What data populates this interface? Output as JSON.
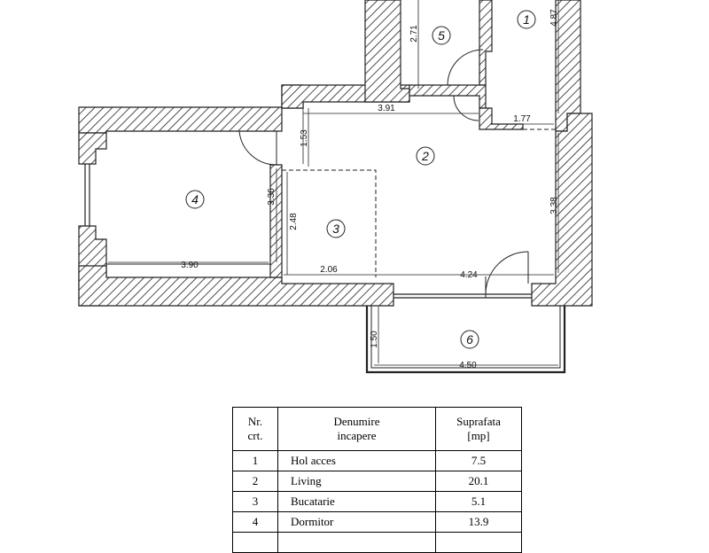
{
  "plan": {
    "dimensions": {
      "d_4_87": "4.87",
      "d_2_71": "2.71",
      "d_3_91": "3.91",
      "d_1_77": "1.77",
      "d_1_53": "1.53",
      "d_3_36": "3.36",
      "d_2_48": "2.48",
      "d_3_38": "3.38",
      "d_3_90": "3.90",
      "d_2_06": "2.06",
      "d_4_24": "4.24",
      "d_1_50": "1.50",
      "d_4_50": "4.50"
    },
    "room_numbers": [
      "1",
      "2",
      "3",
      "4",
      "5",
      "6"
    ]
  },
  "table": {
    "headers": {
      "nr_line1": "Nr.",
      "nr_line2": "crt.",
      "name_line1": "Denumire",
      "name_line2": "incapere",
      "area_line1": "Suprafata",
      "area_line2": "[mp]"
    },
    "rows": [
      {
        "nr": "1",
        "name": "Hol acces",
        "area": "7.5"
      },
      {
        "nr": "2",
        "name": "Living",
        "area": "20.1"
      },
      {
        "nr": "3",
        "name": "Bucatarie",
        "area": "5.1"
      },
      {
        "nr": "4",
        "name": "Dormitor",
        "area": "13.9"
      },
      {
        "nr": "",
        "name": "",
        "area": ""
      }
    ]
  }
}
